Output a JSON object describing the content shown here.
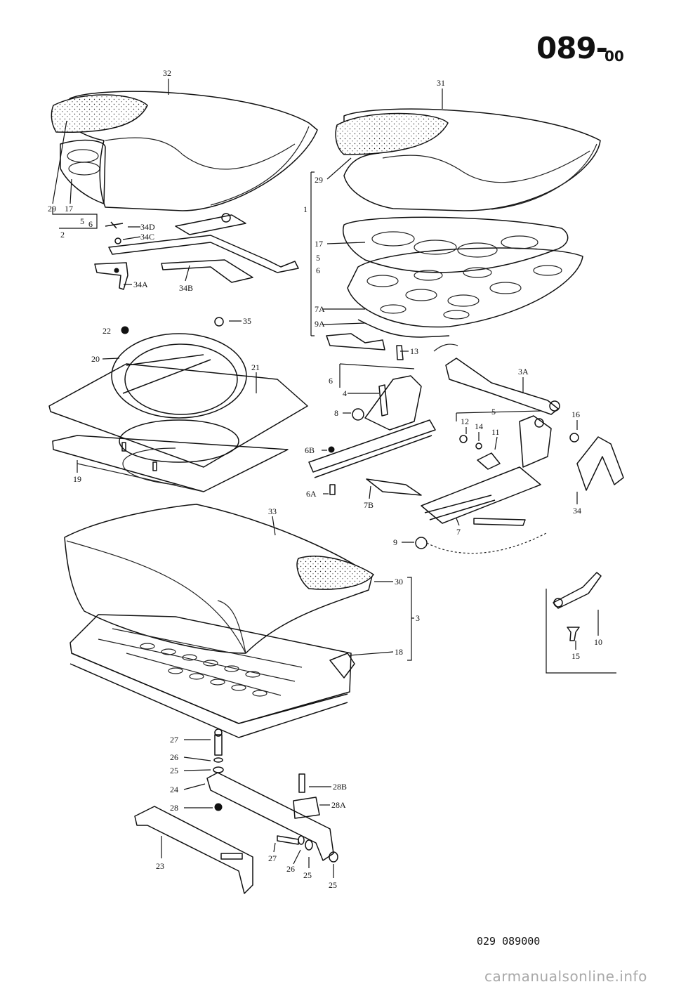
{
  "header": {
    "group": "089",
    "subgroup": "00",
    "separator": "-"
  },
  "footer": {
    "doc_number": "029 089000"
  },
  "watermark": "carmanualsonline.info",
  "colors": {
    "ink": "#111111",
    "paper": "#ffffff",
    "watermark": "#a9a9a9"
  },
  "callouts": {
    "c32": "32",
    "c31": "31",
    "c29a": "29",
    "c17a": "17",
    "c5a": "5",
    "c6a": "6",
    "c2": "2",
    "c34D": "34D",
    "c34C": "34C",
    "c34A": "34A",
    "c34B": "34B",
    "c29b": "29",
    "c1": "1",
    "c17b": "17",
    "c5b": "5",
    "c6b": "6",
    "c7A": "7A",
    "c9A": "9A",
    "c22": "22",
    "c35": "35",
    "c20": "20",
    "c21": "21",
    "c19": "19",
    "c13": "13",
    "c3A": "3A",
    "c6c": "6",
    "c4": "4",
    "c8": "8",
    "c5c": "5",
    "c16": "16",
    "c12": "12",
    "c14": "14",
    "c11": "11",
    "c6B": "6B",
    "c6A": "6A",
    "c7B": "7B",
    "c34": "34",
    "c7": "7",
    "c9": "9",
    "c33": "33",
    "c30": "30",
    "c3": "3",
    "c18": "18",
    "c10": "10",
    "c15": "15",
    "c27a": "27",
    "c26a": "26",
    "c25a": "25",
    "c24": "24",
    "c28": "28",
    "c28B": "28B",
    "c28A": "28A",
    "c23": "23",
    "c27b": "27",
    "c26b": "26",
    "c25b": "25",
    "c25c": "25"
  }
}
